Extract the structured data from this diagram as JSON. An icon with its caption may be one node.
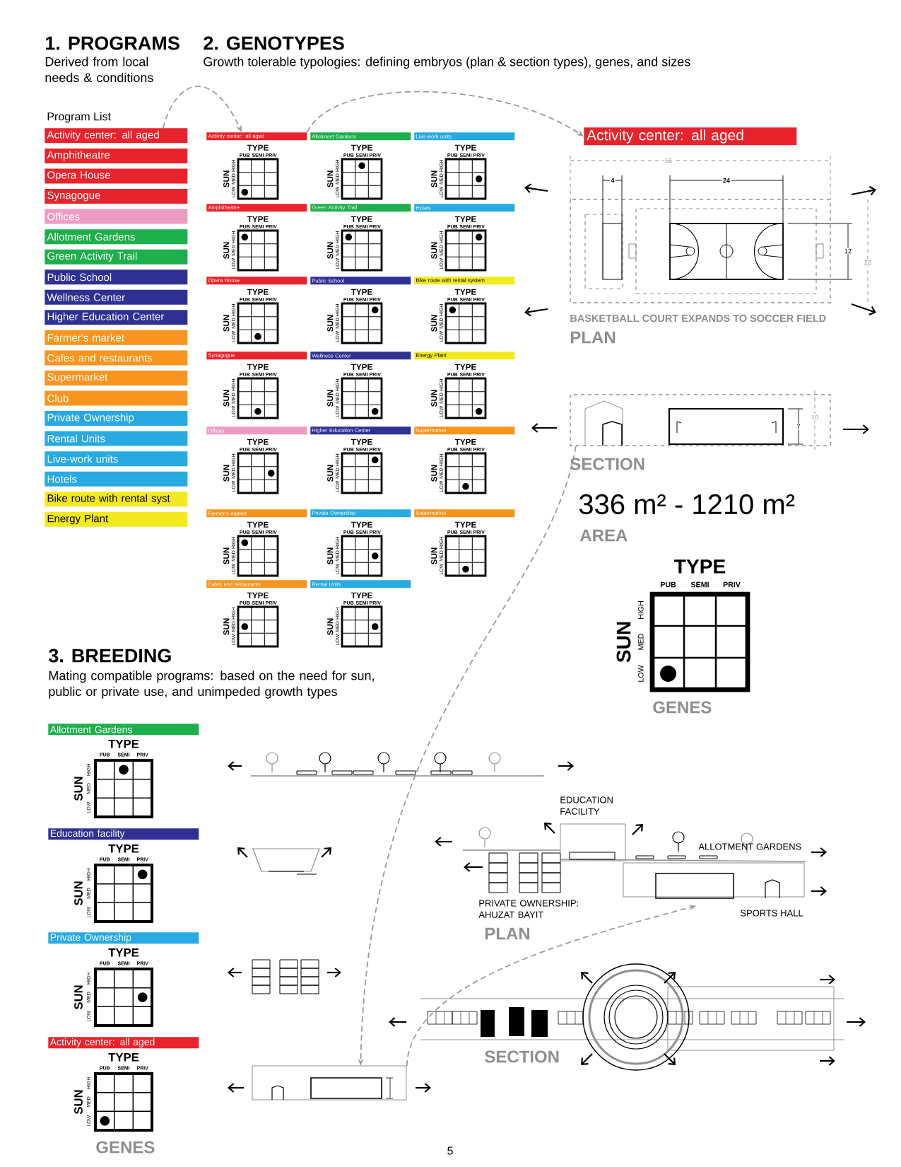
{
  "diagram": {
    "nodes": [
      {
        "text": [
          "Activity center: all aged"
        ]
      },
      {
        "text": [
          "Amphitheatre"
        ]
      },
      {
        "text": [
          "Opera House"
        ]
      },
      {
        "text": [
          "Synagogue"
        ]
      },
      {
        "text": [
          "Offices"
        ]
      },
      {
        "text": [
          "Allotment Gardens"
        ]
      },
      {
        "text": [
          "Green Activity Trail"
        ]
      },
      {
        "text": [
          "Public School"
        ]
      },
      {
        "text": [
          "Wellness Center"
        ]
      },
      {
        "text": [
          "Higher Education Center"
        ]
      },
      {
        "text": [
          "Farmer's market"
        ]
      },
      {
        "text": [
          "Cafes and restaurants"
        ]
      },
      {
        "text": [
          "Supermarket"
        ]
      },
      {
        "text": [
          "Club"
        ]
      },
      {
        "text": [
          "Private Ownership"
        ]
      },
      {
        "text": [
          "Rental Units"
        ]
      },
      {
        "text": [
          "Live-work units"
        ]
      },
      {
        "text": [
          "Hotels"
        ]
      },
      {
        "text": [
          "Bike route with rental syst"
        ]
      },
      {
        "text": [
          "Energy Plant"
        ]
      },
      {
        "text": [
          "Activity center: all aged",
          "TYPE",
          "PUB",
          "SEMI",
          "PRIV",
          "SUN",
          "HIGH",
          "MED",
          "LOW"
        ]
      },
      {
        "text": [
          "Allotment Gardens",
          "TYPE",
          "PUB",
          "SEMI",
          "PRIV",
          "SUN",
          "HIGH",
          "MED",
          "LOW"
        ]
      },
      {
        "text": [
          "Live-work units",
          "TYPE",
          "PUB",
          "SEMI",
          "PRIV",
          "SUN",
          "HIGH",
          "MED",
          "LOW"
        ]
      },
      {
        "text": [
          "Amphitheatre",
          "TYPE",
          "PUB",
          "SEMI",
          "PRIV",
          "SUN",
          "HIGH",
          "MED",
          "LOW"
        ]
      },
      {
        "text": [
          "Green Activity Trail",
          "TYPE",
          "PUB",
          "SEMI",
          "PRIV",
          "SUN",
          "HIGH",
          "MED",
          "LOW"
        ]
      },
      {
        "text": [
          "Hotels",
          "TYPE",
          "PUB",
          "SEMI",
          "PRIV",
          "SUN",
          "HIGH",
          "MED",
          "LOW"
        ]
      },
      {
        "text": [
          "Opera House",
          "TYPE",
          "PUB",
          "SEMI",
          "PRIV",
          "SUN",
          "HIGH",
          "MED",
          "LOW"
        ]
      },
      {
        "text": [
          "Public School",
          "TYPE",
          "PUB",
          "SEMI",
          "PRIV",
          "SUN",
          "HIGH",
          "MED",
          "LOW"
        ]
      },
      {
        "text": [
          "Bike route with rental system",
          "TYPE",
          "PUB",
          "SEMI",
          "PRIV",
          "SUN",
          "HIGH",
          "MED",
          "LOW"
        ]
      },
      {
        "text": [
          "Synagogue",
          "TYPE",
          "PUB",
          "SEMI",
          "PRIV",
          "SUN",
          "HIGH",
          "MED",
          "LOW"
        ]
      },
      {
        "text": [
          "Wellness Center",
          "TYPE",
          "PUB",
          "SEMI",
          "PRIV",
          "SUN",
          "HIGH",
          "MED",
          "LOW"
        ]
      },
      {
        "text": [
          "Energy Plant",
          "TYPE",
          "PUB",
          "SEMI",
          "PRIV",
          "SUN",
          "HIGH",
          "MED",
          "LOW"
        ]
      },
      {
        "text": [
          "Offices",
          "TYPE",
          "PUB",
          "SEMI",
          "PRIV",
          "SUN",
          "HIGH",
          "MED",
          "LOW"
        ]
      },
      {
        "text": [
          "Higher Education Center",
          "TYPE",
          "PUB",
          "SEMI",
          "PRIV",
          "SUN",
          "HIGH",
          "MED",
          "LOW"
        ]
      },
      {
        "text": [
          "Supermarket",
          "TYPE",
          "PUB",
          "SEMI",
          "PRIV",
          "SUN",
          "HIGH",
          "MED",
          "LOW"
        ]
      },
      {
        "text": [
          "Farmer's market",
          "TYPE",
          "PUB",
          "SEMI",
          "PRIV",
          "SUN",
          "HIGH",
          "MED",
          "LOW"
        ]
      },
      {
        "text": [
          "Private Ownership",
          "TYPE",
          "PUB",
          "SEMI",
          "PRIV",
          "SUN",
          "HIGH",
          "MED",
          "LOW"
        ]
      },
      {
        "text": [
          "Supermarket",
          "TYPE",
          "PUB",
          "SEMI",
          "PRIV",
          "SUN",
          "HIGH",
          "MED",
          "LOW"
        ]
      },
      {
        "text": [
          "Cafes and restaurants",
          "TYPE",
          "PUB",
          "SEMI",
          "PRIV",
          "SUN",
          "HIGH",
          "MED",
          "LOW"
        ]
      },
      {
        "text": [
          "Rental Units",
          "TYPE",
          "PUB",
          "SEMI",
          "PRIV",
          "SUN",
          "HIGH",
          "MED",
          "LOW"
        ]
      },
      {
        "text": [
          "Activity center: all aged"
        ]
      },
      {
        "text": [],
        "shape": "picture"
      },
      {
        "text": [
          "TYPE",
          "PUB",
          "SEMI",
          "PRIV",
          "SUN",
          "HIGH",
          "MED",
          "LOW"
        ]
      },
      {
        "text": [
          "Allotment Gardens",
          "TYPE",
          "PUB",
          "SEMI",
          "PRIV",
          "SUN",
          "HIGH",
          "MED",
          "LOW"
        ]
      },
      {
        "text": [
          "Education facility",
          "TYPE",
          "PUB",
          "SEMI",
          "PRIV",
          "SUN",
          "HIGH",
          "MED",
          "LOW"
        ]
      },
      {
        "text": [
          "Private Ownership",
          "TYPE",
          "PUB",
          "SEMI",
          "PRIV",
          "SUN",
          "HIGH",
          "MED",
          "LOW"
        ]
      },
      {
        "text": [
          "Activity center: all aged",
          "TYPE",
          "PUB",
          "SEMI",
          "PRIV",
          "SUN",
          "HIGH",
          "MED",
          "LOW"
        ]
      },
      {
        "text": [],
        "shape": "picture"
      },
      {
        "text": [],
        "shape": "picture"
      }
    ],
    "edges": [
      {
        "from": 0,
        "to": 20,
        "arrow": "to",
        "style": "dashed"
      },
      {
        "from": 20,
        "to": 40,
        "arrow": "to",
        "style": "dashed"
      },
      {
        "from": 41,
        "to": 47,
        "arrow": "to",
        "style": "dashed"
      },
      {
        "from": 47,
        "to": 48,
        "arrow": "to",
        "style": "dashed"
      }
    ],
    "labels": [
      "1. PROGRAMS",
      "Derived from local needs & conditions",
      "2. GENOTYPES",
      "Growth tolerable typologies: defining embryos (plan & section types), genes, and sizes",
      "Program List",
      "56",
      "4",
      "24",
      "12",
      "22",
      "BASKETBALL COURT EXPANDS TO SOCCER FIELD",
      "PLAN",
      "7",
      "10",
      "SECTION",
      "336 m² - 1210 m²",
      "AREA",
      "3. BREEDING",
      "Mating compatible programs: based on the need for sun, public or private use, and unimpeded growth types",
      "EDUCATION FACILITY",
      "ALLOTMENT GARDENS",
      "PRIVATE OWNERSHIP: AHUZAT BAYIT",
      "SPORTS HALL",
      "PLAN",
      "SECTION",
      "GENES",
      "5",
      "GENES"
    ]
  }
}
